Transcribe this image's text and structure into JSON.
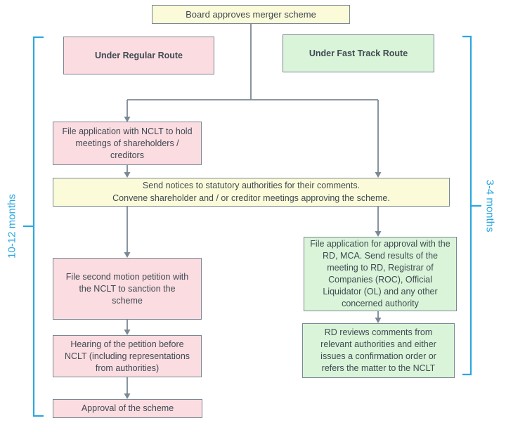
{
  "diagram": {
    "title": "Board approves merger scheme",
    "brackets": {
      "left": {
        "label": "10-12 months"
      },
      "right": {
        "label": "3-4 months"
      }
    },
    "regular_route": {
      "header": "Under Regular Route",
      "steps": [
        "File application with NCLT to hold meetings of shareholders / creditors",
        "File second motion petition with the NCLT to sanction the scheme",
        "Hearing of the petition before NCLT (including representations from authorities)",
        "Approval of the scheme"
      ]
    },
    "fast_track_route": {
      "header": "Under Fast Track Route",
      "steps": [
        "File application for approval with the RD, MCA. Send results of the meeting to RD, Registrar of Companies (ROC), Official Liquidator (OL) and any other concerned authority",
        "RD reviews comments from relevant authorities and either issues a confirmation order or refers the matter to the NCLT"
      ]
    },
    "shared_step": {
      "line1": "Send notices to statutory authorities for their comments.",
      "line2": "Convene shareholder and / or creditor meetings approving the scheme."
    },
    "colors": {
      "yellow_fill": "#fcfbd9",
      "pink_fill": "#fbdce1",
      "green_fill": "#d9f4d9",
      "box_border": "#7a8894",
      "connector": "#7a8894",
      "bracket": "#2ba7df",
      "text": "#3f4a52"
    }
  }
}
